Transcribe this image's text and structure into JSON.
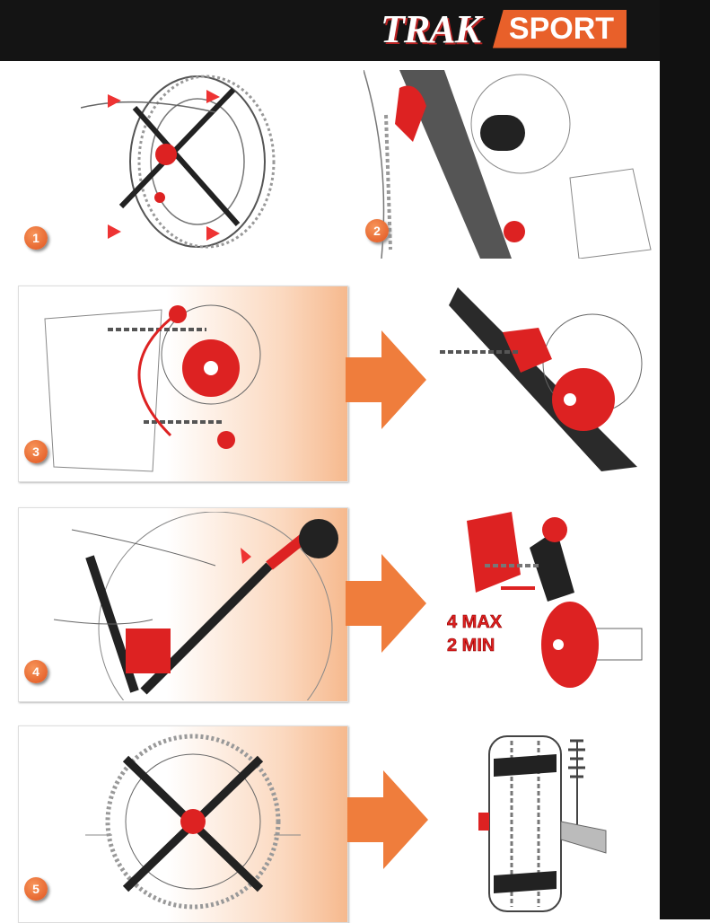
{
  "brand": {
    "name": "TRAK",
    "product": "SPORT"
  },
  "steps": [
    {
      "number": "1"
    },
    {
      "number": "2"
    },
    {
      "number": "3"
    },
    {
      "number": "4"
    },
    {
      "number": "5"
    }
  ],
  "adjustment_limits": {
    "max": "4 MAX",
    "min": "2 MIN"
  },
  "colors": {
    "accent": "#e8602a",
    "red": "#e02020",
    "black": "#141414"
  }
}
